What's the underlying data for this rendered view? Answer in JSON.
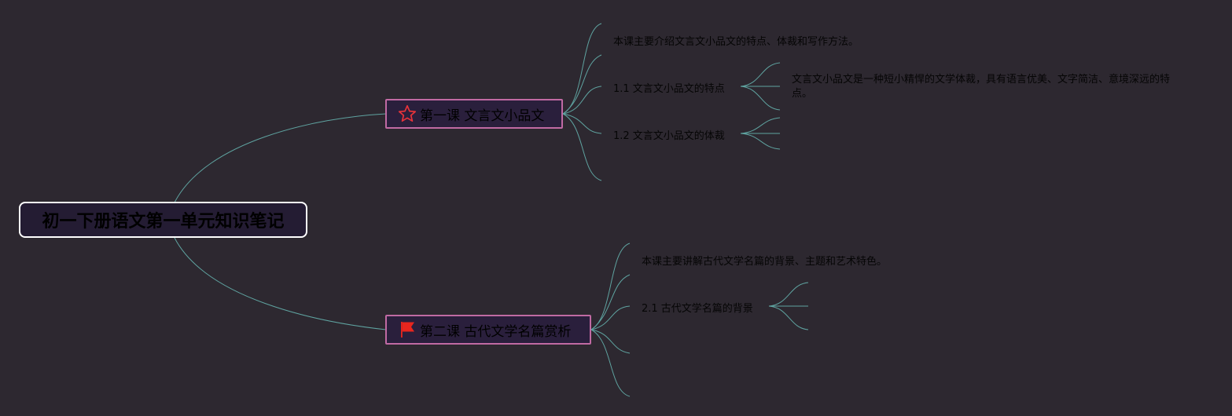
{
  "root": {
    "title": "初一下册语文第一单元知识笔记"
  },
  "lessons": [
    {
      "title": "第一课 文言文小品文",
      "icon": "star-icon",
      "intro": "本课主要介绍文言文小品文的特点、体裁和写作方法。",
      "sections": [
        {
          "title": "1.1 文言文小品文的特点",
          "detail": "文言文小品文是一种短小精悍的文学体裁，具有语言优美、文字简洁、意境深远的特点。"
        },
        {
          "title": "1.2 文言文小品文的体裁"
        }
      ]
    },
    {
      "title": "第二课 古代文学名篇赏析",
      "icon": "flag-icon",
      "intro": "本课主要讲解古代文学名篇的背景、主题和艺术特色。",
      "sections": [
        {
          "title": "2.1 古代文学名篇的背景"
        }
      ]
    }
  ],
  "colors": {
    "background": "#2d2830",
    "connector": "#5fa3a0",
    "branch_border": "#c06aa3",
    "root_border": "#ffffff",
    "star": "#e8333a",
    "flag": "#e8261e"
  }
}
